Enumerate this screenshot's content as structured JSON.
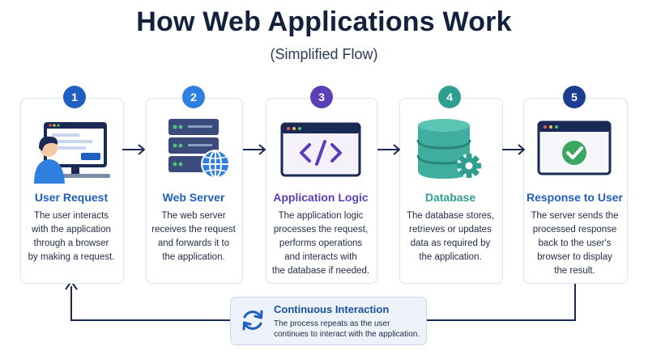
{
  "header": {
    "title": "How Web Applications Work",
    "subtitle": "(Simplified Flow)"
  },
  "steps": [
    {
      "number": "1",
      "title": "User Request",
      "color": "#1f5fbf",
      "lines": [
        "The user interacts",
        "with the application",
        "through a browser",
        "by making a request."
      ],
      "icon": "user-at-computer-icon"
    },
    {
      "number": "2",
      "title": "Web Server",
      "color": "#1f5fbf",
      "lines": [
        "The web server",
        "receives the request",
        "and forwards it to",
        "the application."
      ],
      "icon": "server-globe-icon"
    },
    {
      "number": "3",
      "title": "Application Logic",
      "color": "#5b3fb8",
      "lines": [
        "The application logic",
        "processes the request,",
        "performs operations",
        "and interacts with",
        "the database if needed."
      ],
      "icon": "code-window-icon"
    },
    {
      "number": "4",
      "title": "Database",
      "color": "#2e9f8f",
      "lines": [
        "The database stores,",
        "retrieves or updates",
        "data as required by",
        "the application."
      ],
      "icon": "database-gear-icon"
    },
    {
      "number": "5",
      "title": "Response to User",
      "color": "#1f5fbf",
      "lines": [
        "The server sends the",
        "processed response",
        "back to the user's",
        "browser to display",
        "the result."
      ],
      "icon": "checkmark-window-icon"
    }
  ],
  "loop": {
    "title": "Continuous Interaction",
    "description": "The process repeats as the user continues to interact with the application.",
    "icon": "refresh-cycle-icon"
  },
  "colors": {
    "navy": "#14213d",
    "blue": "#1f5fbf",
    "purple": "#5b3fb8",
    "teal": "#2e9f8f"
  }
}
